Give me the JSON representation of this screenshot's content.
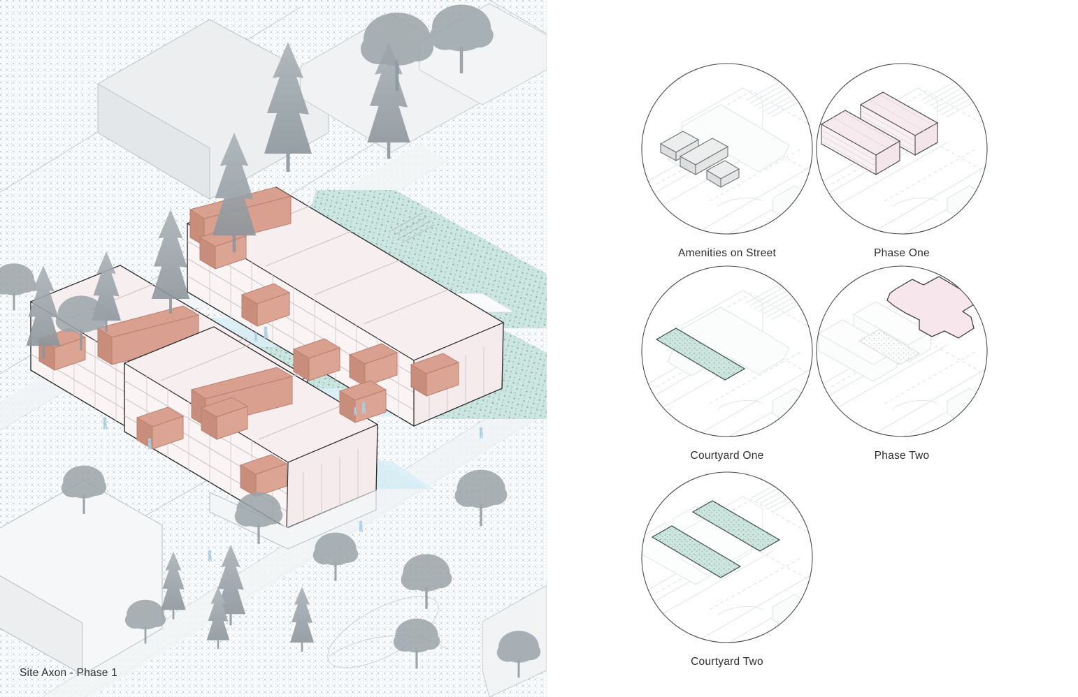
{
  "board": {
    "title": "Site Axon - Phase 1",
    "left_panel_caption": "Site Axon - Phase 1"
  },
  "palette": {
    "background": "#ffffff",
    "site_field": "#fafcfd",
    "site_dots": "#8c9fb2",
    "building_roof_pink": "#f7eef0",
    "building_face_pink": "#fbf4f5",
    "accent_terracotta": "#d9a090",
    "accent_terracotta_dark": "#c98d7c",
    "green_courtyard": "#bfded8",
    "green_courtyard_dots": "#5f9c92",
    "water_blue": "#d6ecf4",
    "context_gray": "#eceff1",
    "tree_gray": "#9aa3a8",
    "line_dark": "#2b2b2b",
    "line_light": "#b9c2c8",
    "circle_stroke": "#4a4a4a",
    "caption_text": "#2b2b2b"
  },
  "diagrams": {
    "columns": 2,
    "items": [
      {
        "id": "amenities-on-street",
        "label": "Amenities on Street",
        "row": 1,
        "col": 1,
        "highlight_color": "#e4e6e6",
        "highlight_kind": "solid-gray-volumes",
        "element_count": 3,
        "description": "Three small gray amenity volumes placed along the street edge"
      },
      {
        "id": "phase-one",
        "label": "Phase One",
        "row": 1,
        "col": 2,
        "highlight_color": "#f7eaee",
        "highlight_kind": "pink-building-bars",
        "element_count": 2,
        "description": "Two stepped residential bars shown in pink massing"
      },
      {
        "id": "courtyard-one",
        "label": "Courtyard One",
        "row": 2,
        "col": 1,
        "highlight_color": "#bfded8",
        "highlight_kind": "green-stipple-slab",
        "element_count": 1,
        "description": "A single teal stippled courtyard slab between the bars"
      },
      {
        "id": "phase-two",
        "label": "Phase Two",
        "row": 2,
        "col": 2,
        "highlight_color": "#f7e6ec",
        "highlight_kind": "pink-footprint",
        "element_count": 1,
        "description": "Pink footprint of the future phase two block to the north-east"
      },
      {
        "id": "courtyard-two",
        "label": "Courtyard Two",
        "row": 3,
        "col": 1,
        "highlight_color": "#bfded8",
        "highlight_kind": "green-stipple-slab",
        "element_count": 2,
        "description": "Two teal stippled courtyard slabs flanking the bars"
      }
    ]
  },
  "axon_scene": {
    "project_phase": "Phase 1",
    "view_type": "axonometric",
    "building_bars": 3,
    "levels_per_bar": 4,
    "accent_balcony_count": 11,
    "courtyard_count": 2,
    "figure_count": 6,
    "tree_count": 22,
    "context_buildings": 4,
    "legend_note": "Site Axon - Phase 1"
  }
}
